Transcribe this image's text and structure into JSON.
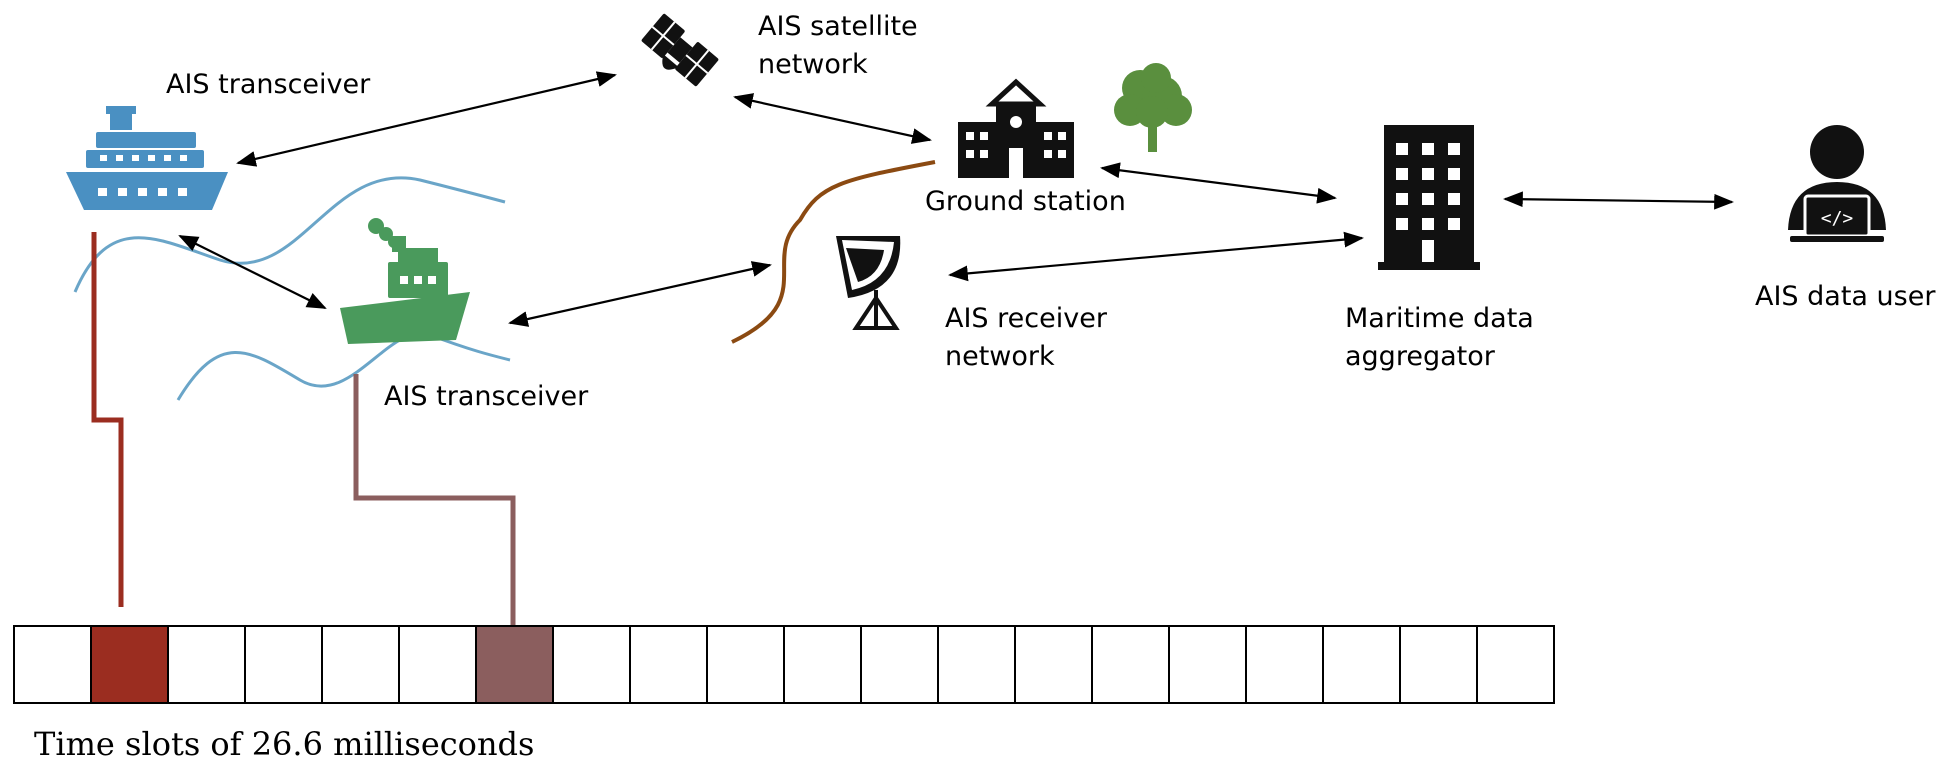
{
  "labels": {
    "ship1": "AIS transceiver",
    "ship2": "AIS transceiver",
    "satellite_line1": "AIS satellite",
    "satellite_line2": "network",
    "ground_station": "Ground station",
    "receiver_line1": "AIS receiver",
    "receiver_line2": "network",
    "aggregator_line1": "Maritime data",
    "aggregator_line2": "aggregator",
    "user": "AIS data user",
    "caption": "Time slots of 26.6 milliseconds"
  },
  "timeline": {
    "slot_count": 20,
    "highlighted_slots": [
      {
        "index": 1,
        "color": "#9b2d20",
        "source": "ship1"
      },
      {
        "index": 6,
        "color": "#8b5e5e",
        "source": "ship2"
      }
    ]
  },
  "colors": {
    "ship1": "#4a90c2",
    "ship2": "#4a9a5c",
    "tree": "#5a8f3e",
    "water": "#6aa5c8",
    "cable": "#8b4a12",
    "icons": "#111111",
    "link1": "#9b2d20",
    "link2": "#8b5e5e"
  },
  "icons": [
    "ship-icon",
    "cargo-ship-icon",
    "satellite-icon",
    "ground-station-icon",
    "tree-icon",
    "dish-antenna-icon",
    "building-icon",
    "developer-user-icon"
  ]
}
